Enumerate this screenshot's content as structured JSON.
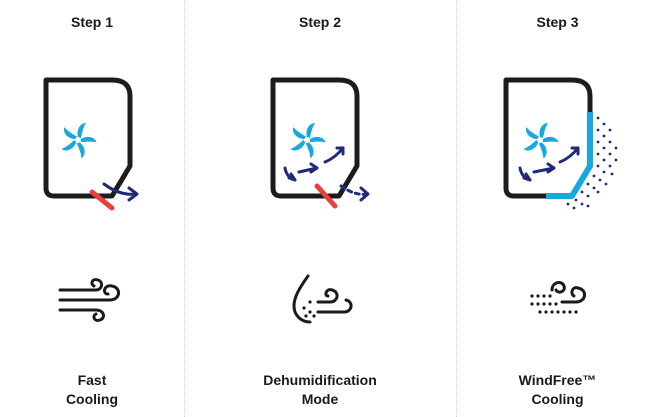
{
  "steps": [
    {
      "label": "Step 1",
      "mode_line1": "Fast",
      "mode_line2": "Cooling",
      "device_icon": "fast-cooling-ac-illustration",
      "mode_icon": "wind-icon"
    },
    {
      "label": "Step 2",
      "mode_line1": "Dehumidification",
      "mode_line2": "Mode",
      "device_icon": "dehumidification-ac-illustration",
      "mode_icon": "water-drop-wind-icon"
    },
    {
      "label": "Step 3",
      "mode_line1": "WindFree™",
      "mode_line2": "Cooling",
      "device_icon": "windfree-ac-illustration",
      "mode_icon": "windfree-dots-icon"
    }
  ],
  "colors": {
    "fan": "#18a8e0",
    "arrow": "#1f2a7a",
    "vane": "#e8413c",
    "outline": "#1c1c1c",
    "mesh": "#1f2a7a"
  }
}
